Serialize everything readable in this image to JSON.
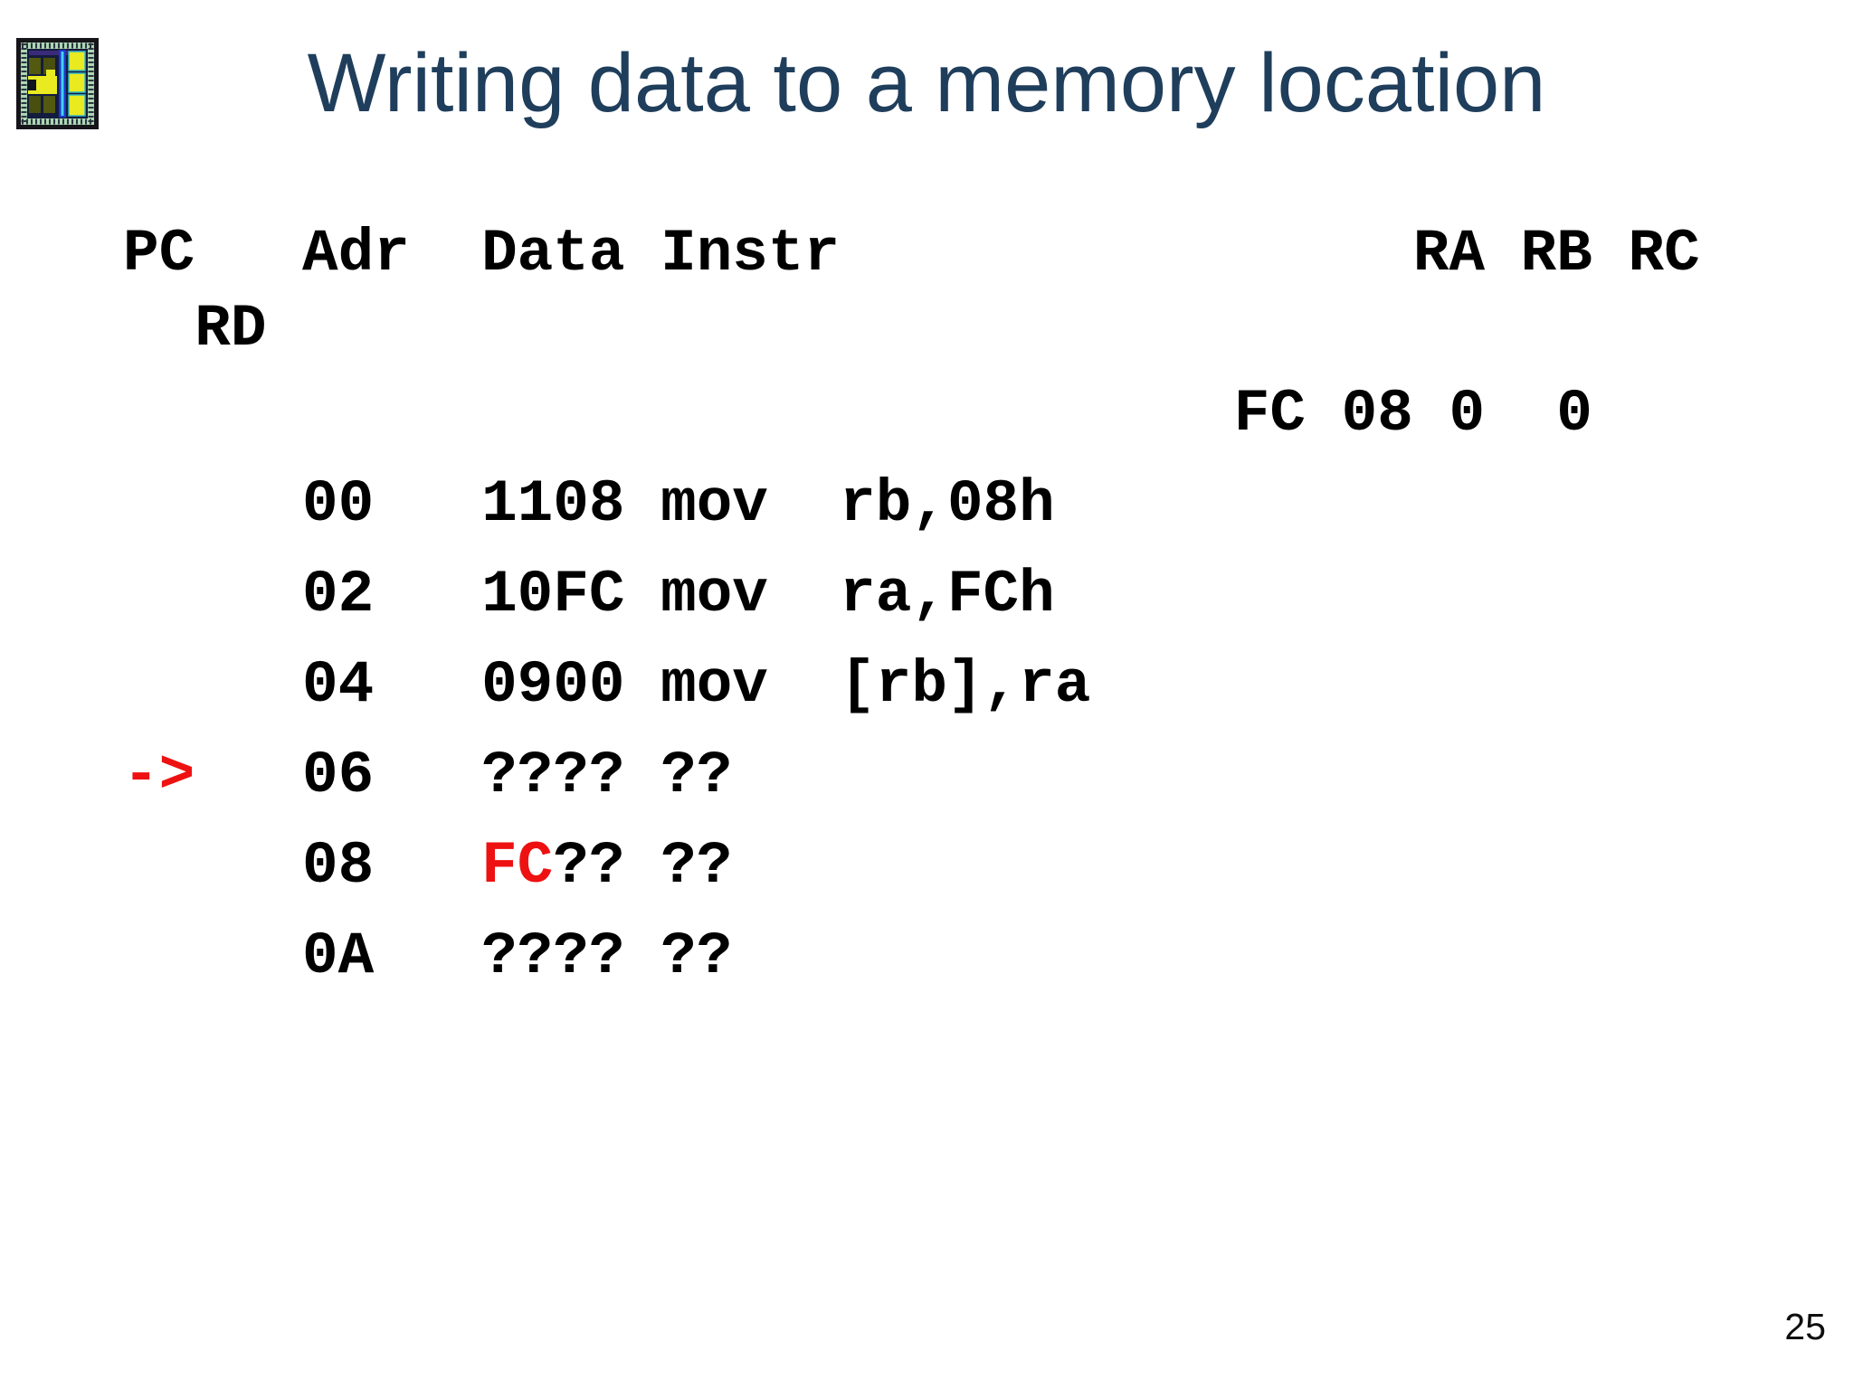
{
  "slide": {
    "title": "Writing data to a memory location",
    "page_number": "25"
  },
  "colors": {
    "title_text": "#1f3e5c",
    "body_text": "#000000",
    "highlight_red": "#ee1111",
    "background": "#ffffff"
  },
  "icons": {
    "top_left": "chip-die-icon"
  },
  "table_semantics": {
    "columns": [
      "PC",
      "Adr",
      "Data",
      "Instr",
      "RA",
      "RB",
      "RC",
      "RD"
    ],
    "registers": {
      "RA": "FC",
      "RB": "08",
      "RC": "0",
      "RD": "0"
    },
    "pc_marker": "->",
    "rows": [
      {
        "adr": "00",
        "data": "1108",
        "instr": "mov  rb,08h"
      },
      {
        "adr": "02",
        "data": "10FC",
        "instr": "mov  ra,FCh"
      },
      {
        "adr": "04",
        "data": "0900",
        "instr": "mov  [rb],ra"
      },
      {
        "adr": "06",
        "data": "????",
        "instr": "??",
        "pc_here": true
      },
      {
        "adr": "08",
        "data": "FC??",
        "instr": "??",
        "highlighted_data": "FC"
      },
      {
        "adr": "0A",
        "data": "????",
        "instr": "??"
      }
    ]
  },
  "listing": {
    "header_lines": [
      {
        "segments": [
          {
            "text": "PC   Adr  Data Instr                RA RB RC"
          }
        ]
      },
      {
        "segments": [
          {
            "text": "  RD"
          }
        ]
      }
    ],
    "body_lines": [
      {
        "segments": [
          {
            "text": "                               FC 08 0  0"
          }
        ]
      },
      {
        "segments": [
          {
            "text": "     00   1108 mov  rb,08h"
          }
        ]
      },
      {
        "segments": [
          {
            "text": "     02   10FC mov  ra,FCh"
          }
        ]
      },
      {
        "segments": [
          {
            "text": "     04   0900 mov  [rb],ra"
          }
        ]
      },
      {
        "segments": [
          {
            "text": "->",
            "red": true
          },
          {
            "text": "   06   ???? ??"
          }
        ]
      },
      {
        "segments": [
          {
            "text": "     08   "
          },
          {
            "text": "FC",
            "red": true
          },
          {
            "text": "?? ??"
          }
        ]
      },
      {
        "segments": [
          {
            "text": "     0A   ???? ??"
          }
        ]
      }
    ]
  }
}
